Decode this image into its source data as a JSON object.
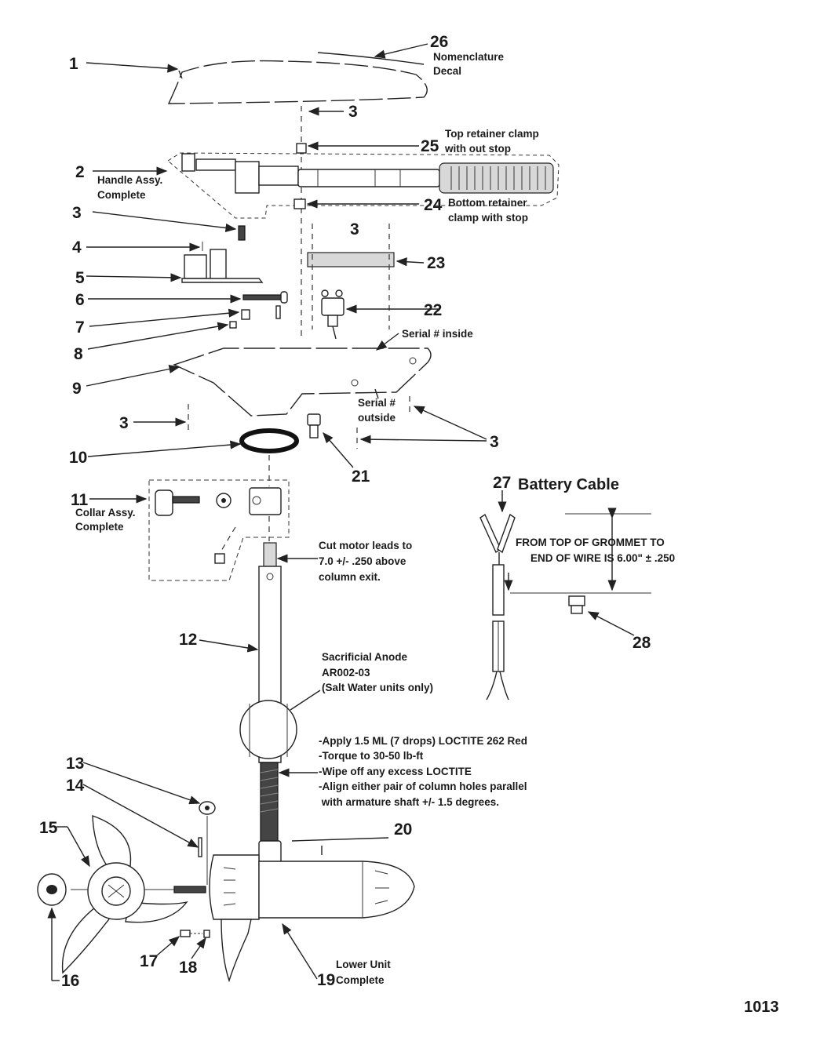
{
  "diagram_id": "1013",
  "callouts": {
    "c1": "1",
    "c2": "2",
    "c3a": "3",
    "c3b": "3",
    "c3c": "3",
    "c3d": "3",
    "c3e": "3",
    "c4": "4",
    "c5": "5",
    "c6": "6",
    "c7": "7",
    "c8": "8",
    "c9": "9",
    "c10": "10",
    "c11": "11",
    "c12": "12",
    "c13": "13",
    "c14": "14",
    "c15": "15",
    "c16": "16",
    "c17": "17",
    "c18": "18",
    "c19": "19",
    "c20": "20",
    "c21": "21",
    "c22": "22",
    "c23": "23",
    "c24": "24",
    "c25": "25",
    "c26": "26",
    "c27": "27",
    "c28": "28"
  },
  "labels": {
    "decal_1": "Nomenclature",
    "decal_2": "Decal",
    "top_clamp_1": "Top retainer clamp",
    "top_clamp_2": "with out stop",
    "handle_1": "Handle Assy.",
    "handle_2": "Complete",
    "bottom_clamp_1": "Bottom retainer",
    "bottom_clamp_2": "clamp with stop",
    "serial_inside": "Serial # inside",
    "serial_out_1": "Serial #",
    "serial_out_2": "outside",
    "collar_1": "Collar Assy.",
    "collar_2": "Complete",
    "cut_1": "Cut motor leads to",
    "cut_2": "7.0 +/- .250 above",
    "cut_3": "column exit.",
    "anode_1": "Sacrificial Anode",
    "anode_2": "AR002-03",
    "anode_3": "(Salt Water units only)",
    "loctite_1": "-Apply 1.5 ML (7 drops) LOCTITE 262 Red",
    "loctite_2": "-Torque to 30-50 lb-ft",
    "loctite_3": "-Wipe off any excess LOCTITE",
    "loctite_4": "-Align either pair of column holes parallel",
    "loctite_5": " with armature shaft +/- 1.5 degrees.",
    "battery_cable": "Battery Cable",
    "grommet_1": "FROM TOP OF GROMMET TO",
    "grommet_2": "END OF WIRE IS 6.00\" ± .250",
    "lower_1": "Lower Unit",
    "lower_2": "Complete"
  }
}
